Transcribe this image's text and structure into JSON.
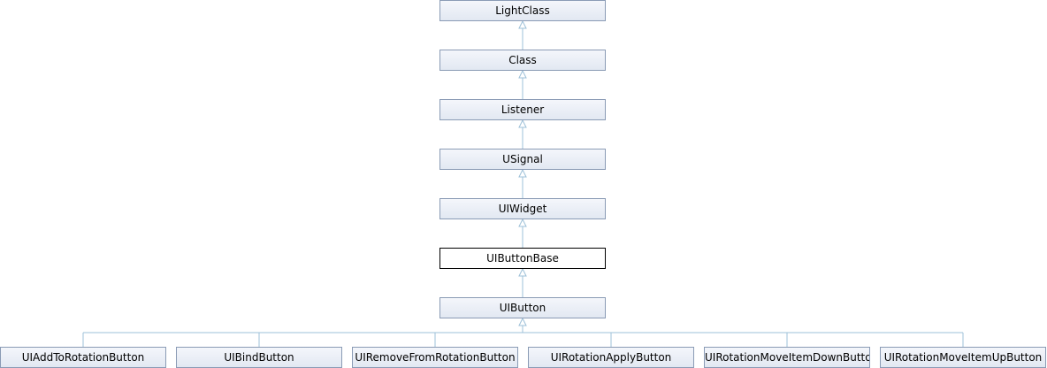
{
  "diagram": {
    "chain": [
      "LightClass",
      "Class",
      "Listener",
      "USignal",
      "UIWidget",
      "UIButtonBase",
      "UIButton"
    ],
    "current": "UIButtonBase",
    "children": [
      "UIAddToRotationButton",
      "UIBindButton",
      "UIRemoveFromRotationButton",
      "UIRotationApplyButton",
      "UIRotationMoveItemDownButton",
      "UIRotationMoveItemUpButton"
    ],
    "edge_color": "#9dc0d8"
  }
}
